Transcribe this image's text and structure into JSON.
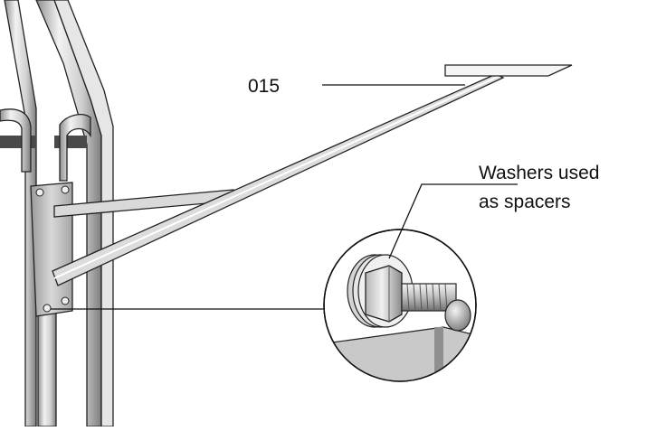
{
  "labels": {
    "part_number": "015",
    "callout_line1": "Washers used",
    "callout_line2": "as spacers"
  },
  "colors": {
    "steel_light": "#eeeeee",
    "steel_mid": "#c9c9c9",
    "steel_dark": "#7d7d7d",
    "ink": "#111111",
    "rail_dark": "#4a4a4a"
  }
}
